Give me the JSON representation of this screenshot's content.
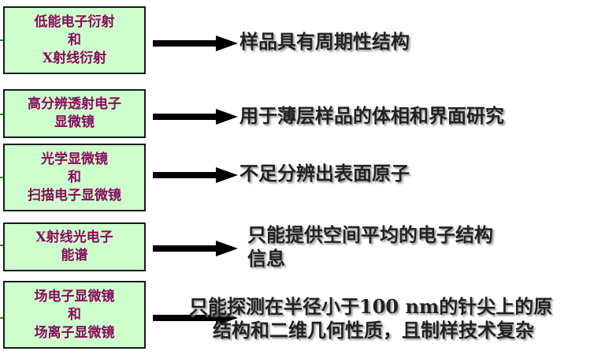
{
  "colors": {
    "box_fill": "#ccffcc",
    "box_border": "#1a1a1a",
    "box_text": "#8b0a5e",
    "description_text": "#222222",
    "arrow": "#000000",
    "lead_line": "#2a8a2a"
  },
  "rows": [
    {
      "technique_lines": [
        "低能电子衍射",
        "和",
        "X射线衍射"
      ],
      "description_lines": [
        "样品具有周期性结构"
      ]
    },
    {
      "technique_lines": [
        "高分辨透射电子",
        "显微镜"
      ],
      "description_lines": [
        "用于薄层样品的体相和界面研究"
      ]
    },
    {
      "technique_lines": [
        "光学显微镜",
        "和",
        "扫描电子显微镜"
      ],
      "description_lines": [
        "不足分辨出表面原子"
      ]
    },
    {
      "technique_lines": [
        "X射线光电子",
        "能谱"
      ],
      "description_lines": [
        "只能提供空间平均的电子结构",
        "信息"
      ]
    },
    {
      "technique_lines": [
        "场电子显微镜",
        "和",
        "场离子显微镜"
      ],
      "description_lines": [
        "只能探测在半径小于100 nm的针尖上的原",
        "结构和二维几何性质，且制样技术复杂"
      ]
    }
  ]
}
